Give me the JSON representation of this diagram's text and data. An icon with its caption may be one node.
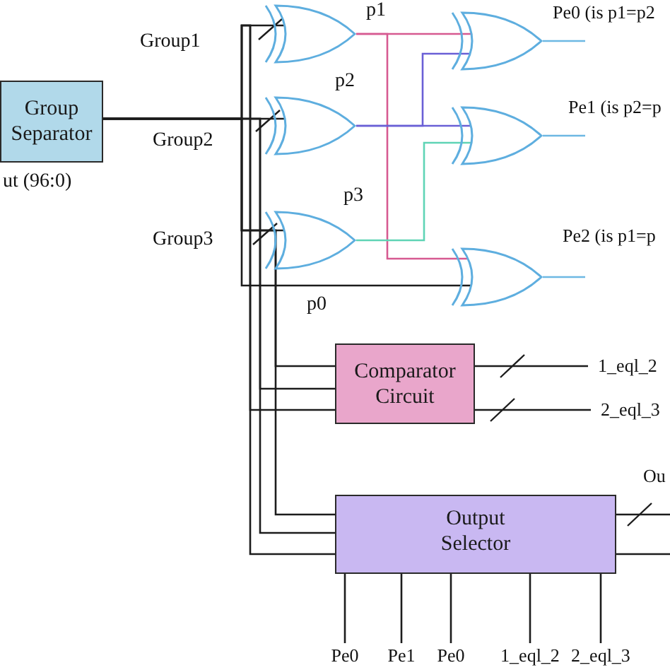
{
  "diagram": {
    "nodes": [
      {
        "text": [
          "Group Separator"
        ],
        "beside": [
          "ut (96:0)"
        ]
      },
      {
        "text": [],
        "shape": "gate"
      },
      {
        "text": [],
        "shape": "gate"
      },
      {
        "text": [],
        "shape": "gate"
      },
      {
        "text": [],
        "shape": "gate"
      },
      {
        "text": [],
        "shape": "gate"
      },
      {
        "text": [],
        "shape": "gate"
      },
      {
        "text": [
          "Comparator Circuit"
        ]
      },
      {
        "text": [
          "Output Selector"
        ]
      },
      {
        "text": [
          "1_eql_2"
        ]
      },
      {
        "text": [
          "2_eql_3"
        ]
      },
      {
        "text": [
          "Pe0"
        ]
      },
      {
        "text": [
          "Pe1"
        ]
      },
      {
        "text": [
          "Pe0"
        ]
      },
      {
        "text": [
          "1_eql_2"
        ]
      },
      {
        "text": [
          "2_eql_3"
        ]
      }
    ],
    "edges": [
      {
        "from": 0,
        "to": 1,
        "arrow": "none",
        "label": "Group1"
      },
      {
        "from": 0,
        "to": 2,
        "arrow": "none",
        "label": "Group2"
      },
      {
        "from": 0,
        "to": 3,
        "arrow": "none",
        "label": "Group3"
      },
      {
        "from": 0,
        "to": 6,
        "arrow": "none",
        "label": "p0"
      },
      {
        "from": 0,
        "to": 7,
        "arrow": "none"
      },
      {
        "from": 0,
        "to": 7,
        "arrow": "none"
      },
      {
        "from": 0,
        "to": 7,
        "arrow": "none"
      },
      {
        "from": 0,
        "to": 8,
        "arrow": "none"
      },
      {
        "from": 0,
        "to": 8,
        "arrow": "none"
      },
      {
        "from": 0,
        "to": 8,
        "arrow": "none"
      },
      {
        "from": 1,
        "to": 4,
        "arrow": "none",
        "label": "p1",
        "color": "#d65a91"
      },
      {
        "from": 1,
        "to": 6,
        "arrow": "none",
        "color": "#d65a91"
      },
      {
        "from": 2,
        "to": 5,
        "arrow": "none",
        "label": "p2",
        "color": "#6a5fd6"
      },
      {
        "from": 2,
        "to": 4,
        "arrow": "none",
        "color": "#6a5fd6"
      },
      {
        "from": 3,
        "to": 5,
        "arrow": "none",
        "label": "p3",
        "color": "#5fd4b5"
      },
      {
        "from": 4,
        "to": null,
        "arrow": "none",
        "color": "#6db8e3"
      },
      {
        "from": 5,
        "to": null,
        "arrow": "none",
        "color": "#6db8e3"
      },
      {
        "from": 6,
        "to": null,
        "arrow": "none",
        "color": "#6db8e3"
      },
      {
        "from": 7,
        "to": 9,
        "arrow": "none"
      },
      {
        "from": 7,
        "to": 10,
        "arrow": "none"
      },
      {
        "from": 8,
        "to": null,
        "arrow": "none"
      },
      {
        "from": 8,
        "to": null,
        "arrow": "none"
      },
      {
        "from": 11,
        "to": 8,
        "arrow": "none"
      },
      {
        "from": 12,
        "to": 8,
        "arrow": "none"
      },
      {
        "from": 13,
        "to": 8,
        "arrow": "none"
      },
      {
        "from": 14,
        "to": 8,
        "arrow": "none"
      },
      {
        "from": 15,
        "to": 8,
        "arrow": "none"
      }
    ],
    "labels": [
      "Pe0 (is p1=p2",
      "Pe1 (is p2=p",
      "Pe2 (is p1=p",
      "Ou"
    ]
  }
}
